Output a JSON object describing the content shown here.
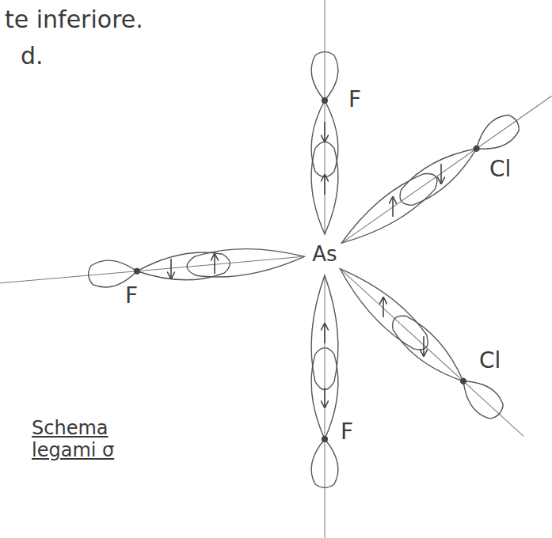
{
  "diagram": {
    "labels": [
      "te inferiore.",
      "d.",
      "F",
      "Cl",
      "As",
      "F",
      "Cl",
      "F",
      "Schema legami σ"
    ]
  }
}
